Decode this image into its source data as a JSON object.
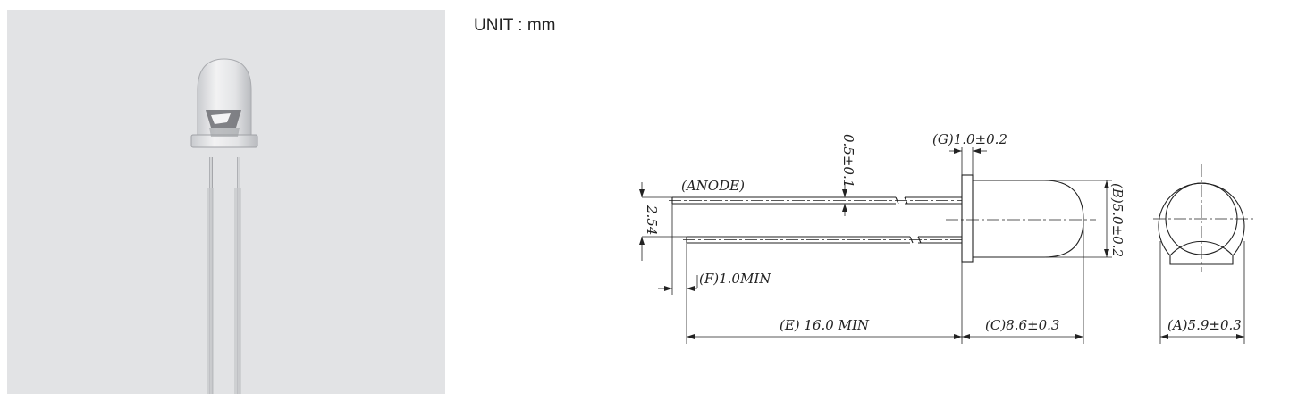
{
  "unit_label": "UNIT : mm",
  "photo": {
    "subject": "led-5mm-clear",
    "icon": "led-photo"
  },
  "drawing": {
    "anode_label": "(ANODE)",
    "lead_pitch": "2.54",
    "lead_thickness": "0.5±0.1",
    "flange_thickness": "(G)1.0±0.2",
    "body_diameter": "(B)5.0±0.2",
    "lead_bend": "(F)1.0MIN",
    "lead_length": "(E) 16.0 MIN",
    "body_length": "(C)8.6±0.3",
    "flange_diameter": "(A)5.9±0.3"
  }
}
